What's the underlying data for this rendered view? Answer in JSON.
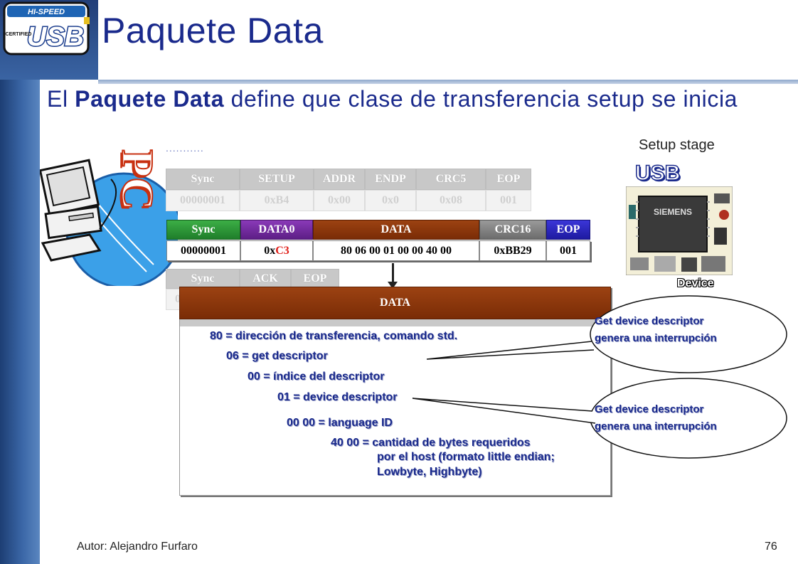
{
  "slide": {
    "title": "Paquete Data",
    "subtitle_bold": "Paquete Data",
    "subtitle_pre": "El ",
    "subtitle_post": " define que clase de transferencia setup se inicia",
    "dots": "...........",
    "setup_stage": "Setup stage",
    "usb_label": "USB",
    "device_label": "Device",
    "pc_label": "PC",
    "logo": {
      "top": "HI-SPEED",
      "main": "USB",
      "side": "CERTIFIED"
    }
  },
  "setup_packet": {
    "headers": [
      "Sync",
      "SETUP",
      "ADDR",
      "ENDP",
      "CRC5",
      "EOP"
    ],
    "values": [
      "00000001",
      "0xB4",
      "0x00",
      "0x0",
      "0x08",
      "001"
    ]
  },
  "data_packet": {
    "headers": [
      "Sync",
      "DATA0",
      "DATA",
      "CRC16",
      "EOP"
    ],
    "values_prefix": "0x",
    "values_red": "C3",
    "values": [
      "00000001",
      "",
      "80 06 00 01 00 00 40 00",
      "0xBB29",
      "001"
    ]
  },
  "ack_packet": {
    "headers": [
      "Sync",
      "ACK",
      "EOP"
    ],
    "value_partial": "0"
  },
  "data_detail": {
    "header": "DATA",
    "lines": [
      "80 = dirección de transferencia, comando std.",
      "06 = get descriptor",
      "00 = índice del descriptor",
      "01 = device descriptor",
      "00 00 = language ID",
      "40 00 = cantidad de bytes requeridos",
      "por el host  (formato little endian;",
      "Lowbyte, Highbyte)"
    ]
  },
  "callouts": [
    {
      "line1": "Get device descriptor",
      "line2": "genera una interrupción"
    },
    {
      "line1": "Get device descriptor",
      "line2": "genera una interrupción"
    }
  ],
  "footer": {
    "author": "Autor: Alejandro Furfaro",
    "page": "76"
  },
  "colors": {
    "title": "#1a2a8c",
    "sync": "#1f7e2a",
    "pid": "#5d1e86",
    "data": "#7a2c06",
    "crc": "#6c6c6c",
    "eop": "#1e1aa0",
    "red": "#e0201a"
  }
}
